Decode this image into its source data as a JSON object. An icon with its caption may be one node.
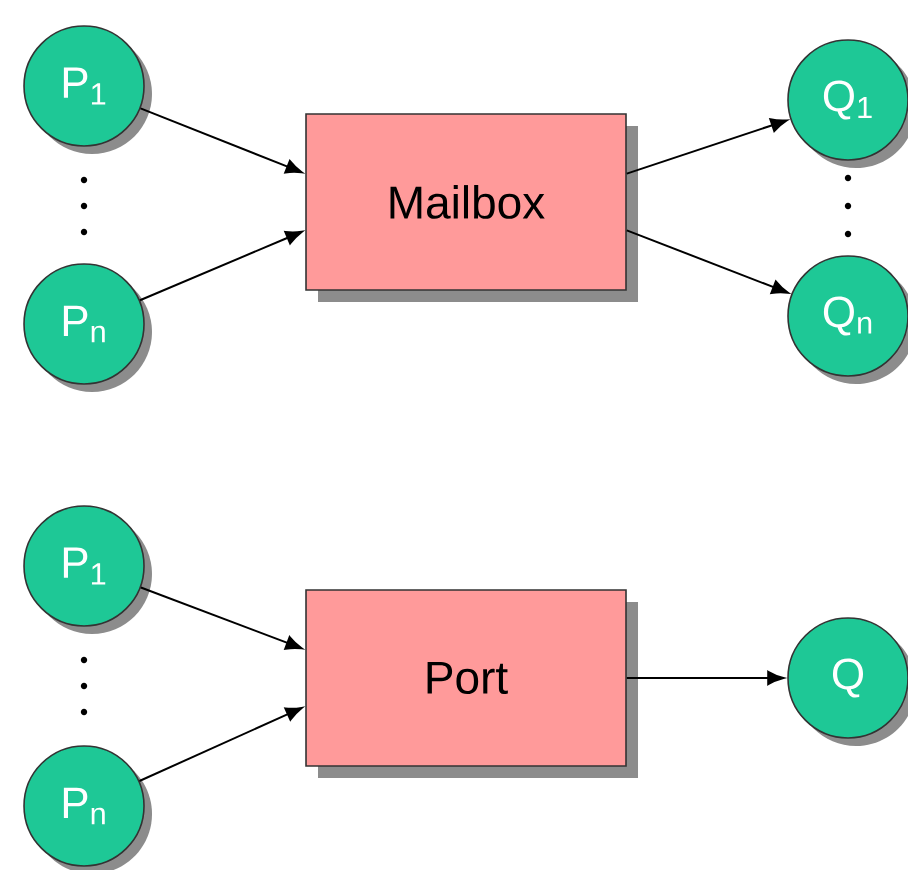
{
  "diagram": {
    "nodes": [
      {
        "text": [
          "P$_{1}$"
        ]
      },
      {
        "text": [
          "P$_{n}$"
        ]
      },
      {
        "text": [
          "Mailbox"
        ]
      },
      {
        "text": [
          "Q$_{1}$"
        ]
      },
      {
        "text": [
          "Q$_{n}$"
        ]
      },
      {
        "text": [
          "P$_{1}$"
        ]
      },
      {
        "text": [
          "P$_{n}$"
        ]
      },
      {
        "text": [
          "Port"
        ]
      },
      {
        "text": [
          "Q"
        ]
      }
    ],
    "edges": [
      {
        "from": 0,
        "to": 2,
        "arrow": "to"
      },
      {
        "from": 1,
        "to": 2,
        "arrow": "to"
      },
      {
        "from": 2,
        "to": 3,
        "arrow": "to"
      },
      {
        "from": 2,
        "to": 4,
        "arrow": "to"
      },
      {
        "from": 5,
        "to": 7,
        "arrow": "to"
      },
      {
        "from": 6,
        "to": 7,
        "arrow": "to"
      },
      {
        "from": 7,
        "to": 8,
        "arrow": "to"
      }
    ]
  }
}
